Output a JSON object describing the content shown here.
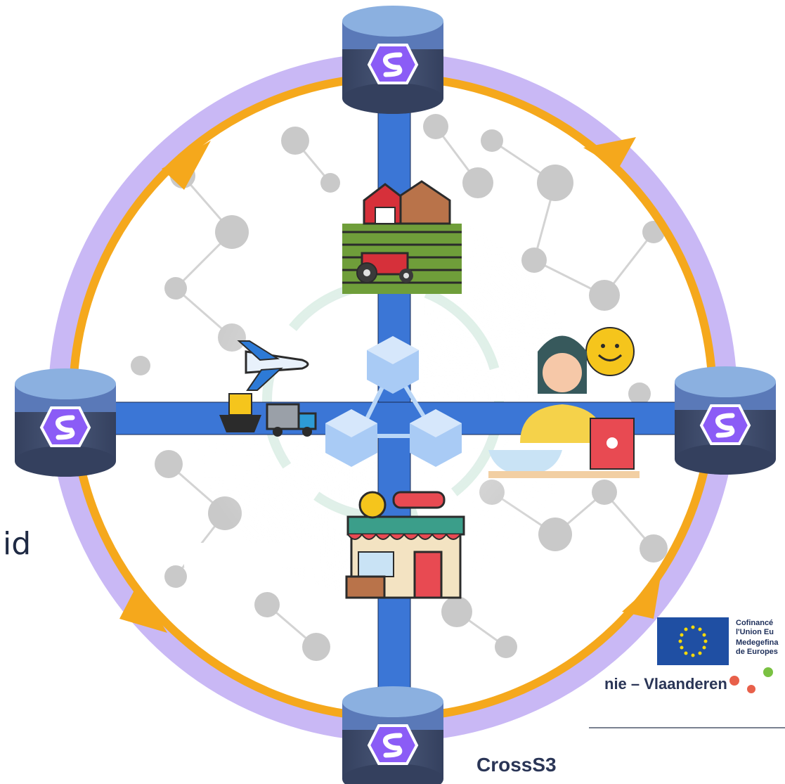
{
  "side_text": "id",
  "footer": {
    "eu_lines": [
      "Cofinancé",
      "l'Union Eu",
      "Medegefina",
      "de Europes"
    ],
    "region": "nie – Vlaanderen",
    "project": "CrossS3"
  },
  "colors": {
    "ring_outer": "#c9b8f5",
    "ring_arrow": "#f5a81c",
    "cross_bar": "#3b76d6",
    "cylinder_top": "#7fa6dc",
    "cylinder_band": "#5a79b8",
    "cylinder_body": "#3f4c6e",
    "badge": "#8b5cf6",
    "cube": "#a9cbf5",
    "eu_flag": "#1f4fa3",
    "eu_star": "#f5d90a"
  },
  "icons": {
    "cylinders": "database-cylinder-icon",
    "badge": "s-hexagon-badge-icon",
    "farm": "farm-barn-tractor-icon",
    "transport": "plane-ship-truck-icon",
    "consumer": "shopper-woman-icon",
    "shop": "market-store-icon",
    "center": "blockchain-cubes-icon"
  }
}
